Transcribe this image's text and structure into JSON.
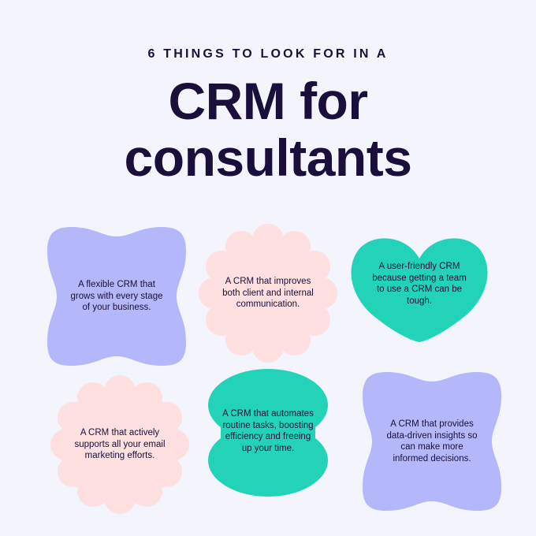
{
  "header": {
    "eyebrow": "6 THINGS TO LOOK FOR IN A",
    "title_line_1": "CRM for",
    "title_line_2": "consultants"
  },
  "colors": {
    "background": "#f4f4fc",
    "text": "#1a0f3a",
    "lavender": "#b4b8fb",
    "pink": "#fde0df",
    "teal": "#22d3b8"
  },
  "cards": [
    {
      "shape": "rounded-cross",
      "color": "lavender",
      "text": "A flexible CRM that grows with every stage of your business."
    },
    {
      "shape": "flower",
      "color": "pink",
      "text": "A CRM that improves both client and internal communication."
    },
    {
      "shape": "heart",
      "color": "teal",
      "text": "A user-friendly CRM because getting a team to use a CRM can be tough."
    },
    {
      "shape": "flower",
      "color": "pink",
      "text": "A CRM that actively supports all your email marketing efforts."
    },
    {
      "shape": "double-oval",
      "color": "teal",
      "text": "A CRM that automates routine tasks, boosting efficiency and freeing up your time."
    },
    {
      "shape": "rounded-cross",
      "color": "lavender",
      "text": "A CRM that provides data-driven insights so can make more informed decisions."
    }
  ]
}
